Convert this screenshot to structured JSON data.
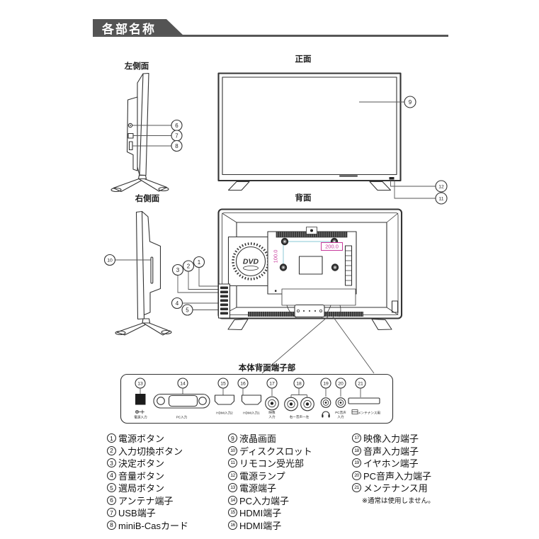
{
  "header": {
    "title": "各部名称"
  },
  "colors": {
    "banner": "#545454",
    "line_art": "#333333",
    "magenta": "#c8399b",
    "cyan": "#9fd3dd"
  },
  "views": {
    "left_side": {
      "label": "左側面"
    },
    "front": {
      "label": "正面"
    },
    "back": {
      "label": "背面",
      "dvd_logo": "DVD",
      "vesa_width": "200.0",
      "vesa_height": "100.0"
    },
    "right_side": {
      "label": "右側面"
    },
    "terminal": {
      "label": "本体背面端子部",
      "ports": {
        "power": "電源入力",
        "pc": "PC入力",
        "hdmi2": "HDMI入力2",
        "hdmi1": "HDMI入力1",
        "video_1": "映像",
        "video_2": "入力",
        "audio": "右ー音声ー左",
        "pc_audio_1": "PC音声",
        "pc_audio_2": "入力",
        "maintenance": "メンテナンス用"
      }
    }
  },
  "callouts": {
    "c1": "1",
    "c2": "2",
    "c3": "3",
    "c4": "4",
    "c5": "5",
    "c6": "6",
    "c7": "7",
    "c8": "8",
    "c9": "9",
    "c10": "10",
    "c11": "11",
    "c12": "12",
    "c13": "13",
    "c14": "14",
    "c15": "15",
    "c16": "16",
    "c17": "17",
    "c18": "18",
    "c19": "19",
    "c20": "20",
    "c21": "21"
  },
  "legend": {
    "col1": [
      {
        "num": "1",
        "label": "電源ボタン"
      },
      {
        "num": "2",
        "label": "入力切換ボタン"
      },
      {
        "num": "3",
        "label": "決定ボタン"
      },
      {
        "num": "4",
        "label": "音量ボタン"
      },
      {
        "num": "5",
        "label": "選局ボタン"
      },
      {
        "num": "6",
        "label": "アンテナ端子"
      },
      {
        "num": "7",
        "label": "USB端子"
      },
      {
        "num": "8",
        "label": "miniB-Casカード"
      }
    ],
    "col2": [
      {
        "num": "9",
        "label": "液晶画面"
      },
      {
        "num": "10",
        "label": "ディスクスロット"
      },
      {
        "num": "11",
        "label": "リモコン受光部"
      },
      {
        "num": "12",
        "label": "電源ランプ"
      },
      {
        "num": "13",
        "label": "電源端子"
      },
      {
        "num": "14",
        "label": "PC入力端子"
      },
      {
        "num": "15",
        "label": "HDMI端子"
      },
      {
        "num": "16",
        "label": "HDMI端子"
      }
    ],
    "col3": [
      {
        "num": "17",
        "label": "映像入力端子"
      },
      {
        "num": "18",
        "label": "音声入力端子"
      },
      {
        "num": "19",
        "label": "イヤホン端子"
      },
      {
        "num": "20",
        "label": "PC音声入力端子"
      },
      {
        "num": "21",
        "label": "メンテナンス用"
      }
    ],
    "note": "※通常は使用しません。"
  }
}
